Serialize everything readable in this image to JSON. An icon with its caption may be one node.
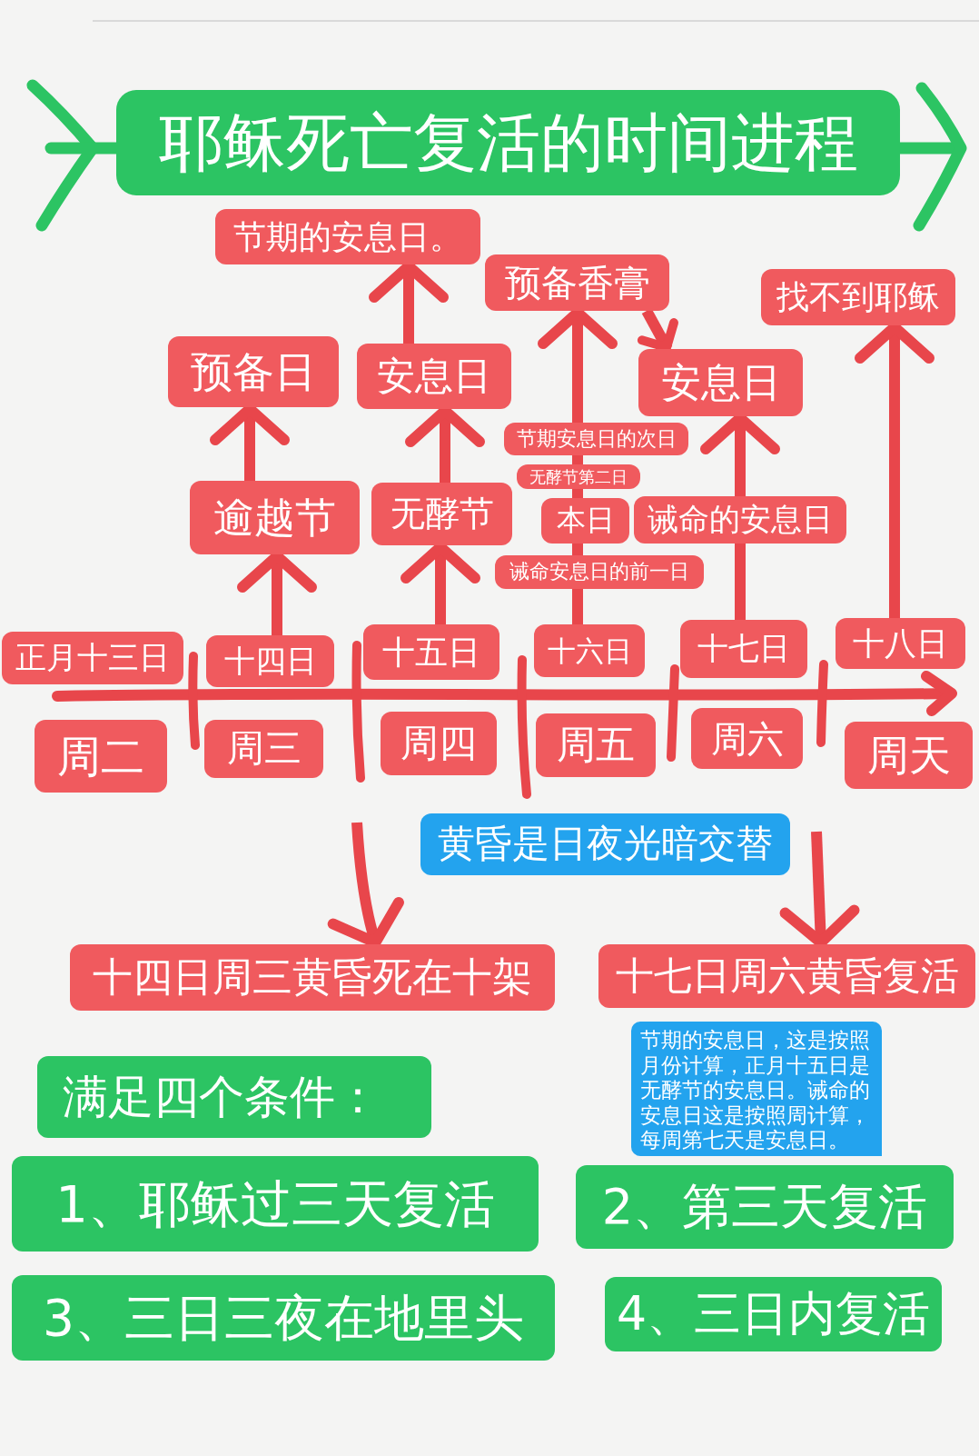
{
  "diagram": {
    "title": "耶稣死亡复活的时间进程",
    "nodes": [
      {
        "text": [
          "节期的安息日。"
        ]
      },
      {
        "text": [
          "预备香膏"
        ]
      },
      {
        "text": [
          "找不到耶稣"
        ]
      },
      {
        "text": [
          "预备日"
        ]
      },
      {
        "text": [
          "安息日"
        ]
      },
      {
        "text": [
          "安息日"
        ]
      },
      {
        "text": [
          "节期安息日的次日"
        ]
      },
      {
        "text": [
          "无酵节第二日"
        ]
      },
      {
        "text": [
          "逾越节"
        ]
      },
      {
        "text": [
          "无酵节"
        ]
      },
      {
        "text": [
          "本日"
        ]
      },
      {
        "text": [
          "诫命的安息日"
        ]
      },
      {
        "text": [
          "诫命安息日的前一日"
        ]
      },
      {
        "text": [
          "正月十三日"
        ]
      },
      {
        "text": [
          "十四日"
        ]
      },
      {
        "text": [
          "十五日"
        ]
      },
      {
        "text": [
          "十六日"
        ]
      },
      {
        "text": [
          "十七日"
        ]
      },
      {
        "text": [
          "十八日"
        ]
      },
      {
        "text": [
          "周二"
        ]
      },
      {
        "text": [
          "周三"
        ]
      },
      {
        "text": [
          "周四"
        ]
      },
      {
        "text": [
          "周五"
        ]
      },
      {
        "text": [
          "周六"
        ]
      },
      {
        "text": [
          "周天"
        ]
      },
      {
        "text": [
          "黄昏是日夜光暗交替"
        ]
      },
      {
        "text": [
          "十四日周三黄昏死在十架"
        ]
      },
      {
        "text": [
          "十七日周六黄昏复活"
        ]
      },
      {
        "text": [
          "节期的安息日，这是按照月份计算，正月十五日是无酵节的安息日。诫命的安息日这是按照周计算，每周第七天是安息日。"
        ]
      },
      {
        "text": [
          "满足四个条件："
        ]
      },
      {
        "text": [
          "1、耶稣过三天复活"
        ]
      },
      {
        "text": [
          "2、第三天复活"
        ]
      },
      {
        "text": [
          "3、三日三夜在地里头"
        ]
      },
      {
        "text": [
          "4、三日内复活"
        ]
      }
    ],
    "edges": [
      {
        "from": 14,
        "to": 8,
        "arrow": "to"
      },
      {
        "from": 8,
        "to": 3,
        "arrow": "to"
      },
      {
        "from": 15,
        "to": 9,
        "arrow": "to"
      },
      {
        "from": 9,
        "to": 4,
        "arrow": "to"
      },
      {
        "from": 4,
        "to": 0,
        "arrow": "to"
      },
      {
        "from": 16,
        "to": 12,
        "arrow": "none"
      },
      {
        "from": 12,
        "to": 10,
        "arrow": "none"
      },
      {
        "from": 10,
        "to": 7,
        "arrow": "none"
      },
      {
        "from": 7,
        "to": 6,
        "arrow": "none"
      },
      {
        "from": 6,
        "to": 1,
        "arrow": "to"
      },
      {
        "from": 1,
        "to": 5,
        "arrow": "to"
      },
      {
        "from": 17,
        "to": 11,
        "arrow": "none"
      },
      {
        "from": 11,
        "to": 5,
        "arrow": "to"
      },
      {
        "from": 18,
        "to": 2,
        "arrow": "to"
      },
      {
        "from": null,
        "to": 26,
        "arrow": "to"
      },
      {
        "from": null,
        "to": 27,
        "arrow": "to"
      }
    ]
  }
}
